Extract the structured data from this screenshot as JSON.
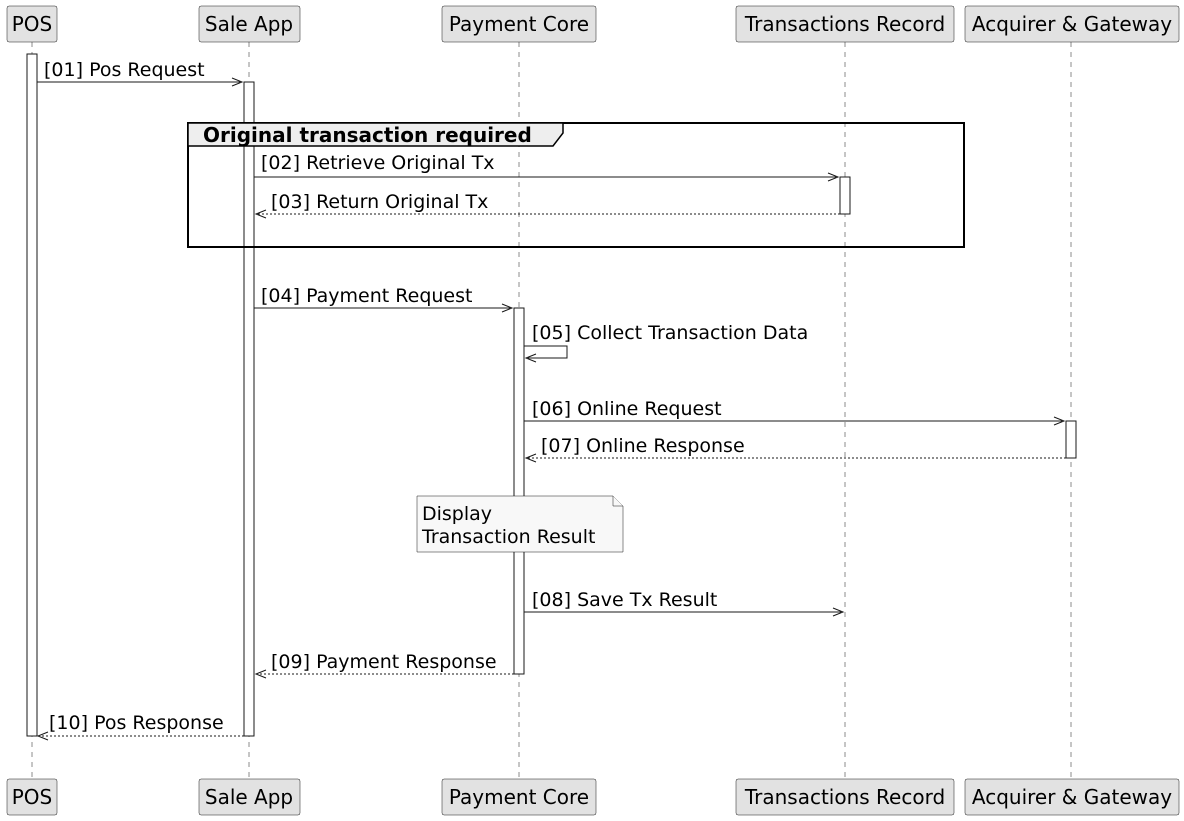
{
  "diagram": {
    "type": "sequence",
    "participants": [
      {
        "id": "pos",
        "label": "POS"
      },
      {
        "id": "sale",
        "label": "Sale App"
      },
      {
        "id": "core",
        "label": "Payment Core"
      },
      {
        "id": "tx",
        "label": "Transactions Record"
      },
      {
        "id": "acq",
        "label": "Acquirer & Gateway"
      }
    ],
    "group": {
      "label": "Original transaction required"
    },
    "messages": [
      {
        "num": "[01]",
        "text": "Pos Request",
        "from": "pos",
        "to": "sale",
        "style": "solid"
      },
      {
        "num": "[02]",
        "text": "Retrieve Original Tx",
        "from": "sale",
        "to": "tx",
        "style": "solid"
      },
      {
        "num": "[03]",
        "text": "Return Original Tx",
        "from": "tx",
        "to": "sale",
        "style": "dashed"
      },
      {
        "num": "[04]",
        "text": "Payment Request",
        "from": "sale",
        "to": "core",
        "style": "solid"
      },
      {
        "num": "[05]",
        "text": "Collect Transaction Data",
        "from": "core",
        "to": "core",
        "style": "solid"
      },
      {
        "num": "[06]",
        "text": "Online Request",
        "from": "core",
        "to": "acq",
        "style": "solid"
      },
      {
        "num": "[07]",
        "text": "Online Response",
        "from": "acq",
        "to": "core",
        "style": "dashed"
      },
      {
        "num": "[08]",
        "text": "Save Tx Result",
        "from": "core",
        "to": "tx",
        "style": "solid"
      },
      {
        "num": "[09]",
        "text": "Payment Response",
        "from": "core",
        "to": "sale",
        "style": "dashed"
      },
      {
        "num": "[10]",
        "text": "Pos Response",
        "from": "sale",
        "to": "pos",
        "style": "dashed"
      }
    ],
    "note": {
      "lines": [
        "Display",
        "Transaction Result"
      ]
    }
  }
}
